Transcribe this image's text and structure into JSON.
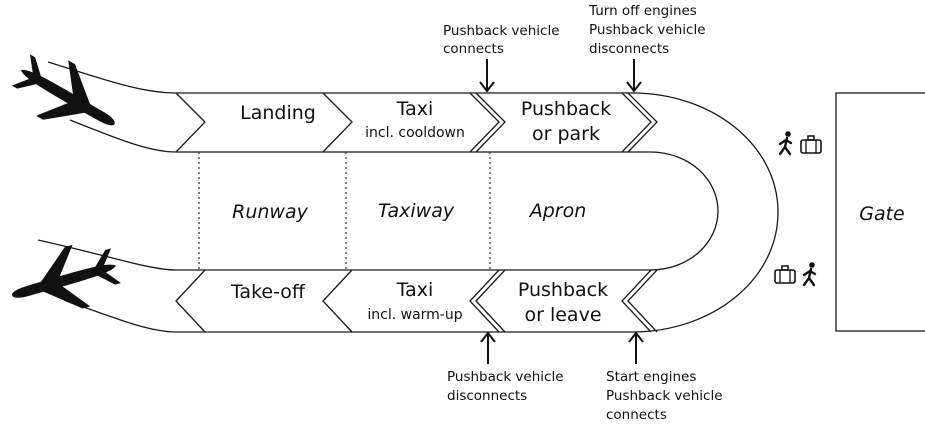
{
  "stages": {
    "landing": "Landing",
    "taxi_in": {
      "title": "Taxi",
      "sub": "incl. cooldown"
    },
    "pushback_park": {
      "line1": "Pushback",
      "line2": "or park"
    },
    "takeoff": "Take-off",
    "taxi_out": {
      "title": "Taxi",
      "sub": "incl. warm-up"
    },
    "pushback_leave": {
      "line1": "Pushback",
      "line2": "or leave"
    }
  },
  "zones": {
    "runway": "Runway",
    "taxiway": "Taxiway",
    "apron": "Apron",
    "gate": "Gate"
  },
  "annotations": {
    "top_left": {
      "line1": "Pushback vehicle",
      "line2": "connects"
    },
    "top_right": {
      "line1": "Turn off engines",
      "line2": "Pushback vehicle",
      "line3": "disconnects"
    },
    "bottom_left": {
      "line1": "Pushback vehicle",
      "line2": "disconnects"
    },
    "bottom_right": {
      "line1": "Start engines",
      "line2": "Pushback vehicle",
      "line3": "connects"
    }
  },
  "icons": [
    "airplane-icon",
    "walking-person-icon",
    "luggage-icon",
    "arrow-down-icon",
    "arrow-up-icon"
  ]
}
